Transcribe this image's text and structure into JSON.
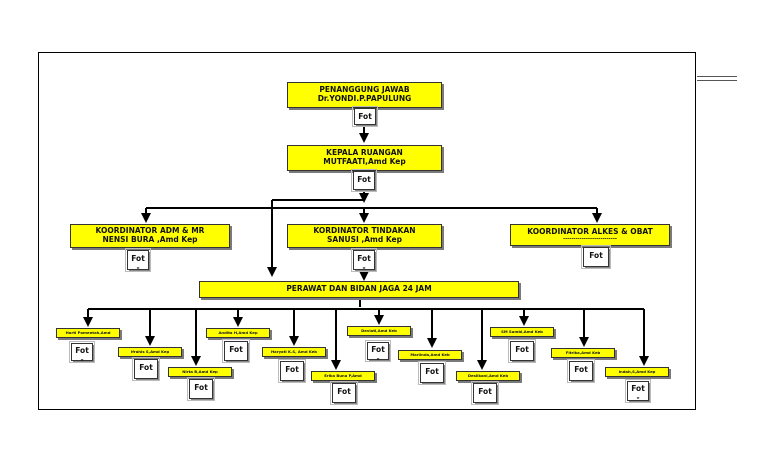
{
  "chart": {
    "head": {
      "line1": "PENANGGUNG JAWAB",
      "line2": "Dr.YONDI.P.PAPULUNG",
      "fot": "Fot"
    },
    "kepala": {
      "line1": "KEPALA RUANGAN",
      "line2": "MUTFAATI,Amd Kep",
      "fot": "Fot"
    },
    "coord_adm": {
      "line1": "KOORDINATOR ADM & MR",
      "line2": "NENSI BURA ,Amd Kep",
      "fot": "Fot",
      "fot2": "-"
    },
    "coord_tindakan": {
      "line1": "KORDINATOR TINDAKAN",
      "line2": "SANUSI ,Amd Kep",
      "fot": "Fot",
      "fot2": "-"
    },
    "coord_alkes": {
      "line1": "KOORDINATOR ALKES & OBAT",
      "line2": "--------------------------",
      "fot": "Fot"
    },
    "perawat": {
      "label": "PERAWAT DAN BIDAN JAGA 24 JAM"
    },
    "staff": [
      {
        "name": "Harti Pomentah,Amd",
        "fot": "Fot",
        "fot2": "-"
      },
      {
        "name": "Ifrahis S,Amd Kep",
        "fot": "Fot",
        "fot2": ""
      },
      {
        "name": "Nirta B,Amd Kep",
        "fot": "Fot",
        "fot2": ""
      },
      {
        "name": "Andita H,Amd Kep",
        "fot": "Fot",
        "fot2": ""
      },
      {
        "name": "Haryati K.S, Amd Keb",
        "fot": "Fot",
        "fot2": ""
      },
      {
        "name": "Erika Buna P,Amd",
        "fot": "Fot",
        "fot2": ""
      },
      {
        "name": "Deviati,Amd Keb",
        "fot": "Fot",
        "fot2": "-"
      },
      {
        "name": "Marlinda,Amd Keb",
        "fot": "Fot",
        "fot2": ""
      },
      {
        "name": "Desilkani,Amd Keb",
        "fot": "Fot",
        "fot2": ""
      },
      {
        "name": "SM Sumbi,Amd Keb",
        "fot": "Fot",
        "fot2": ""
      },
      {
        "name": "Fitrika,Amd Keb",
        "fot": "Fot",
        "fot2": ""
      },
      {
        "name": "Indah,S,Amd Kep",
        "fot": "Fot",
        "fot2": "-"
      }
    ]
  }
}
